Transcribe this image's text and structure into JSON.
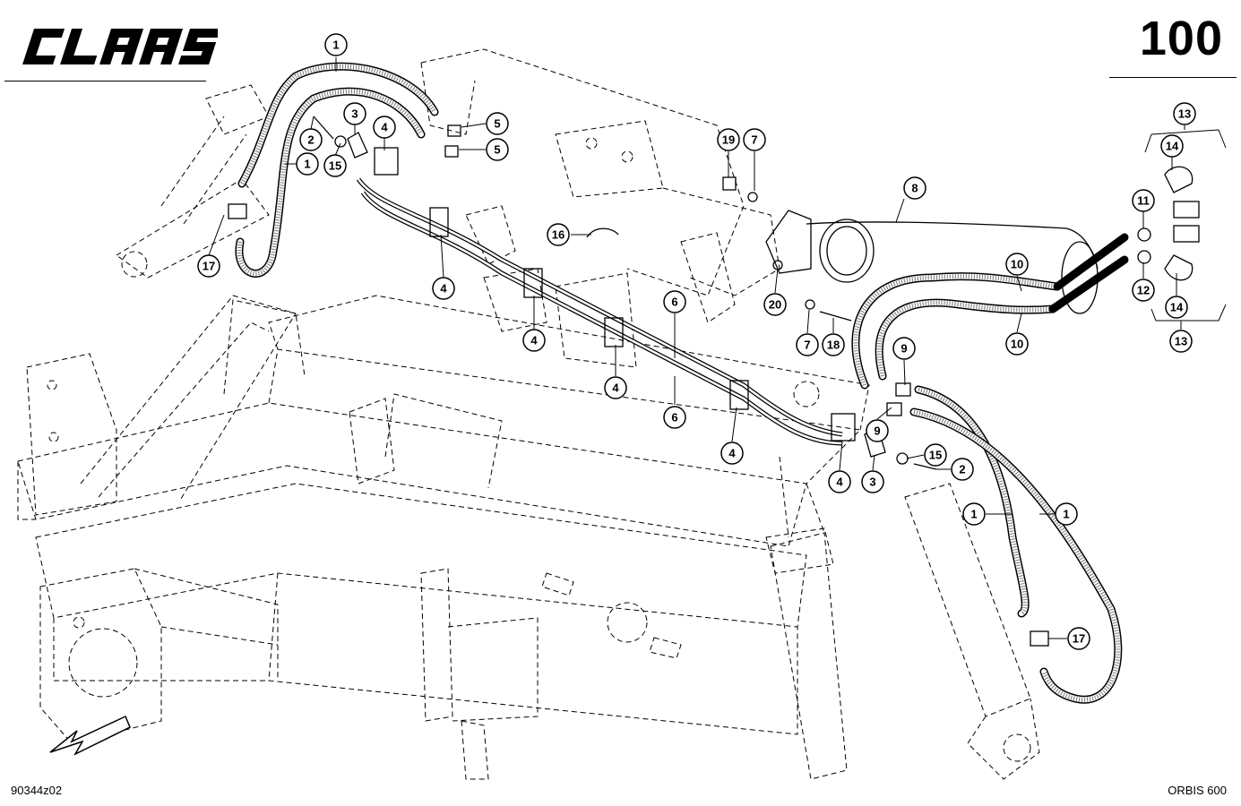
{
  "header": {
    "brand": "CLAAS",
    "page_number": "100"
  },
  "footer": {
    "drawing_number": "90344z02",
    "model": "ORBIS 600"
  },
  "callouts": [
    {
      "label": "1"
    },
    {
      "label": "2"
    },
    {
      "label": "3"
    },
    {
      "label": "4"
    },
    {
      "label": "1"
    },
    {
      "label": "15"
    },
    {
      "label": "5"
    },
    {
      "label": "5"
    },
    {
      "label": "17"
    },
    {
      "label": "4"
    },
    {
      "label": "16"
    },
    {
      "label": "4"
    },
    {
      "label": "6"
    },
    {
      "label": "4"
    },
    {
      "label": "6"
    },
    {
      "label": "4"
    },
    {
      "label": "19"
    },
    {
      "label": "7"
    },
    {
      "label": "20"
    },
    {
      "label": "7"
    },
    {
      "label": "18"
    },
    {
      "label": "8"
    },
    {
      "label": "9"
    },
    {
      "label": "9"
    },
    {
      "label": "10"
    },
    {
      "label": "10"
    },
    {
      "label": "11"
    },
    {
      "label": "12"
    },
    {
      "label": "13"
    },
    {
      "label": "14"
    },
    {
      "label": "14"
    },
    {
      "label": "13"
    },
    {
      "label": "15"
    },
    {
      "label": "2"
    },
    {
      "label": "4"
    },
    {
      "label": "3"
    },
    {
      "label": "1"
    },
    {
      "label": "1"
    },
    {
      "label": "17"
    }
  ]
}
